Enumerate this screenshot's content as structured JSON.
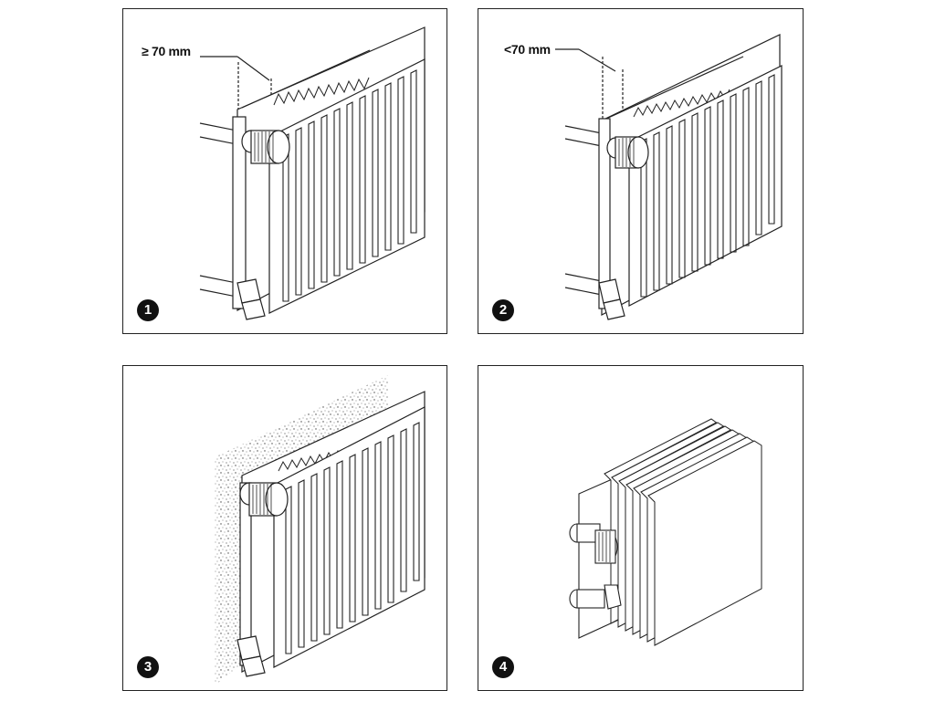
{
  "panels": [
    {
      "number": "1",
      "measurement": "≥ 70 mm"
    },
    {
      "number": "2",
      "measurement": "<70 mm"
    },
    {
      "number": "3"
    },
    {
      "number": "4"
    }
  ]
}
